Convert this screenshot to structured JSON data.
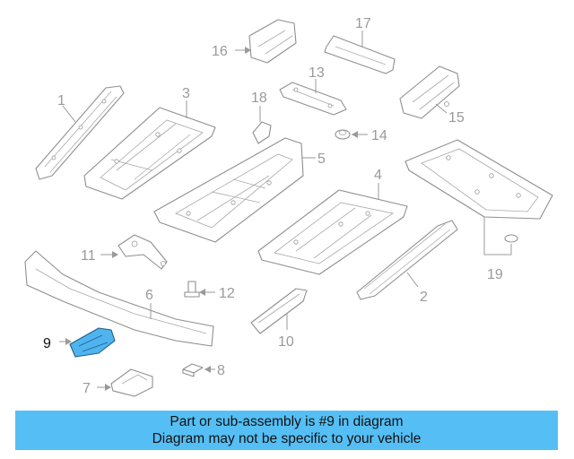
{
  "callouts": {
    "c1": "1",
    "c2": "2",
    "c3": "3",
    "c4": "4",
    "c5": "5",
    "c6": "6",
    "c7": "7",
    "c8": "8",
    "c9": "9",
    "c10": "10",
    "c11": "11",
    "c12": "12",
    "c13": "13",
    "c14": "14",
    "c15": "15",
    "c16": "16",
    "c17": "17",
    "c18": "18",
    "c19": "19"
  },
  "highlighted_part": "9",
  "colors": {
    "banner": "#55bff5",
    "highlight_fill": "#4fb3ee",
    "line_art": "#8f8f8f"
  },
  "banner": {
    "line1": "Part or sub-assembly is #9 in diagram",
    "line2": "Diagram may not be specific to your vehicle"
  }
}
